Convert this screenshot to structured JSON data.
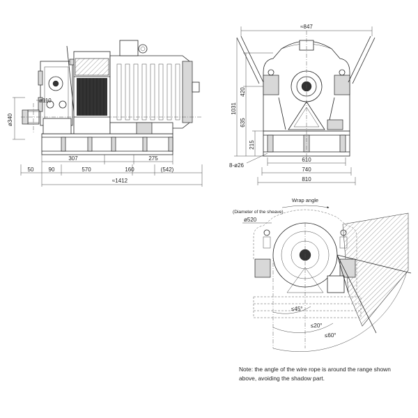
{
  "front_view": {
    "labels": {
      "d340": "ø340",
      "d110": "ø110",
      "w307": "307",
      "w275": "275",
      "w50": "50",
      "w90": "90",
      "w570": "570",
      "w160": "160",
      "w542": "(542)",
      "w1412": "≈1412"
    }
  },
  "side_view": {
    "labels": {
      "w847": "≈847",
      "h1031": "1031",
      "h420": "420",
      "h635": "635",
      "h215": "215",
      "holes": "8-ø26",
      "w610": "610",
      "w740": "740",
      "w810": "810"
    }
  },
  "wrap_view": {
    "labels": {
      "wrap_angle": "Wrap angle",
      "sheave_caption": "(Diameter of the sheave)",
      "d520": "ø520",
      "a45": "≤45°",
      "a20": "≤20°",
      "a60": "≤60°"
    }
  },
  "note": "Note: the angle of the wire rope is around the range shown above, avoiding the shadow part."
}
